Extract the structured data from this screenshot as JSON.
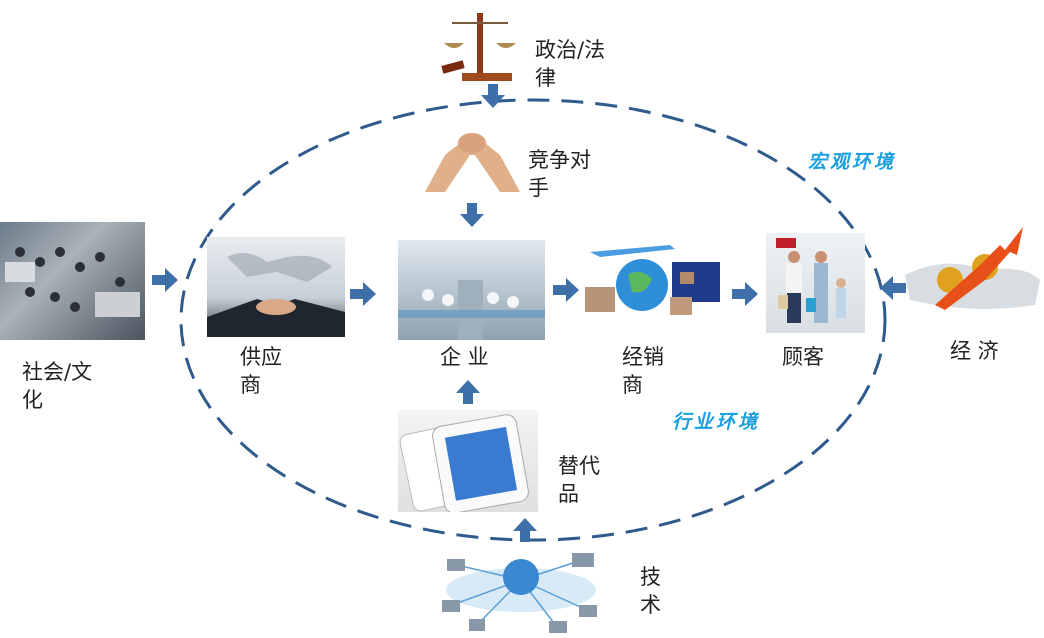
{
  "nodes": {
    "politics": "政治/法\n律",
    "competitors": "竞争对\n手",
    "society": "社会/文\n化",
    "suppliers": "供应\n商",
    "enterprise": "企 业",
    "distributors": "经销\n商",
    "customers": "顾客",
    "economy": "经 济",
    "substitutes": "替代\n品",
    "technology": "技\n术"
  },
  "environments": {
    "macro": "宏观环境",
    "industry": "行业环境"
  },
  "colors": {
    "arrow": "#3f6fa8",
    "ellipse": "#2f5a8c",
    "env_text": "#1a9fe0"
  }
}
